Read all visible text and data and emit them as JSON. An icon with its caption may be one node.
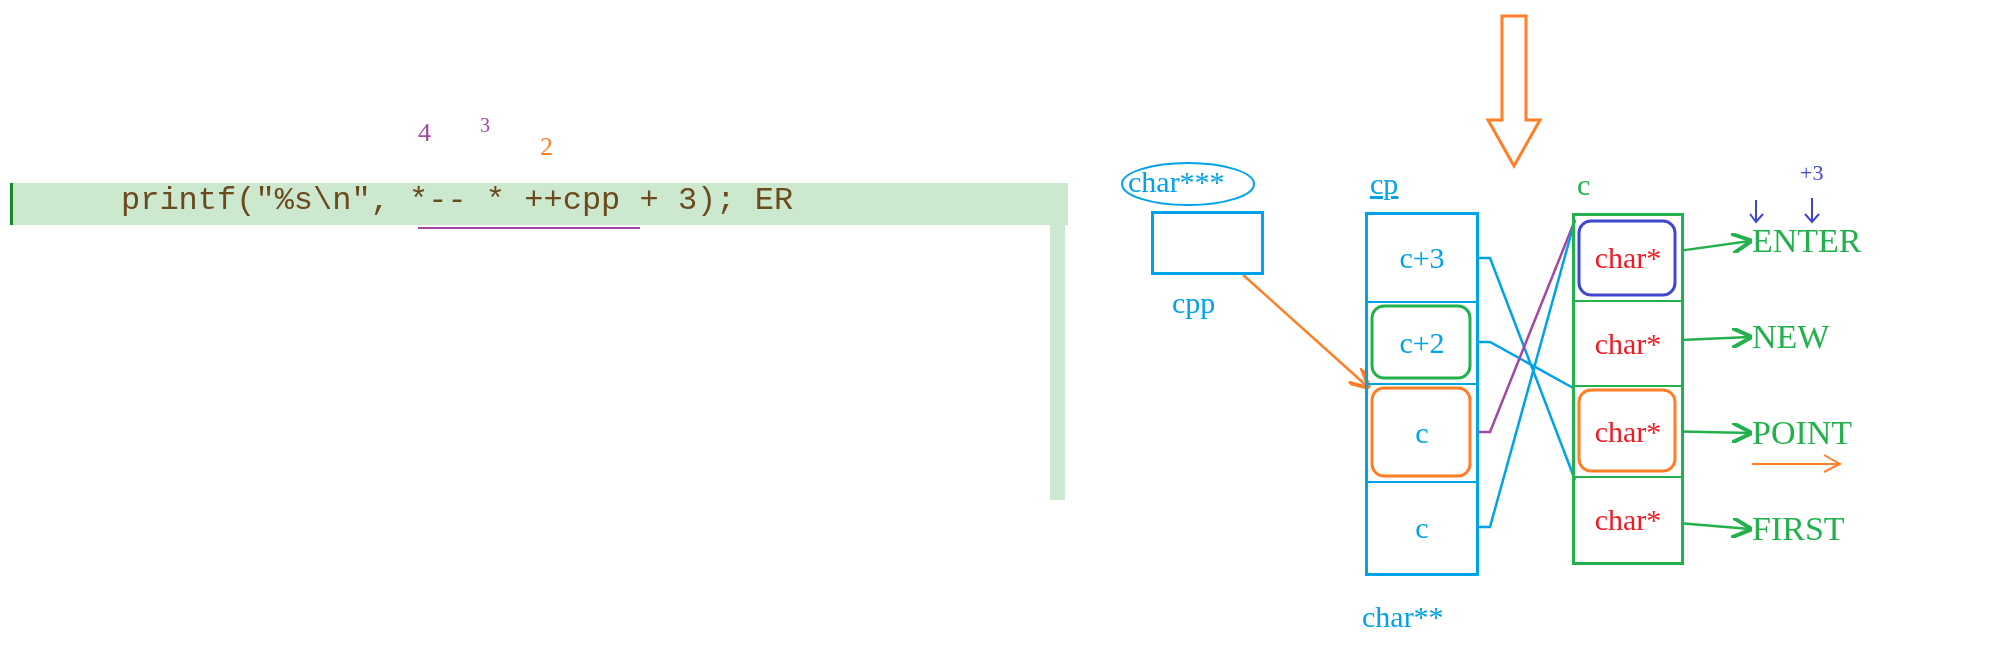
{
  "diagram": {
    "nodes": [
      {
        "text": [],
        "shape": "box",
        "beside": [
          "char***",
          "cpp"
        ]
      },
      {
        "text": [
          "cp"
        ],
        "beside": [
          "char**"
        ]
      },
      {
        "text": [
          "c+3"
        ],
        "in": 1
      },
      {
        "text": [
          "c+2"
        ],
        "in": 1
      },
      {
        "text": [
          "c"
        ],
        "in": 1
      },
      {
        "text": [
          "c"
        ],
        "in": 1
      },
      {
        "text": [
          "c"
        ]
      },
      {
        "text": [
          "char*"
        ],
        "in": 6
      },
      {
        "text": [
          "char*"
        ],
        "in": 6
      },
      {
        "text": [
          "char*"
        ],
        "in": 6
      },
      {
        "text": [
          "char*"
        ],
        "in": 6
      },
      {
        "text": [
          "ENTER"
        ]
      },
      {
        "text": [
          "NEW"
        ]
      },
      {
        "text": [
          "POINT"
        ]
      },
      {
        "text": [
          "FIRST"
        ]
      }
    ],
    "edges": [
      {
        "from": 0,
        "to": 4,
        "arrow": "to",
        "color": "#ff7f27"
      },
      {
        "from": 2,
        "to": 10,
        "arrow": "none",
        "color": "#00a2e8"
      },
      {
        "from": 3,
        "to": 9,
        "arrow": "none",
        "color": "#00a2e8"
      },
      {
        "from": 4,
        "to": 7,
        "arrow": "none",
        "color": "#a349a4"
      },
      {
        "from": 5,
        "to": 7,
        "arrow": "none",
        "color": "#00a2e8"
      },
      {
        "from": 7,
        "to": 11,
        "arrow": "to"
      },
      {
        "from": 8,
        "to": 12,
        "arrow": "to"
      },
      {
        "from": 9,
        "to": 13,
        "arrow": "to"
      },
      {
        "from": 10,
        "to": 14,
        "arrow": "to"
      }
    ],
    "labels": [
      "4",
      "3",
      "2",
      "printf(\"%s\\n\", *-- * ++cpp + 3); ER",
      "+3"
    ]
  }
}
